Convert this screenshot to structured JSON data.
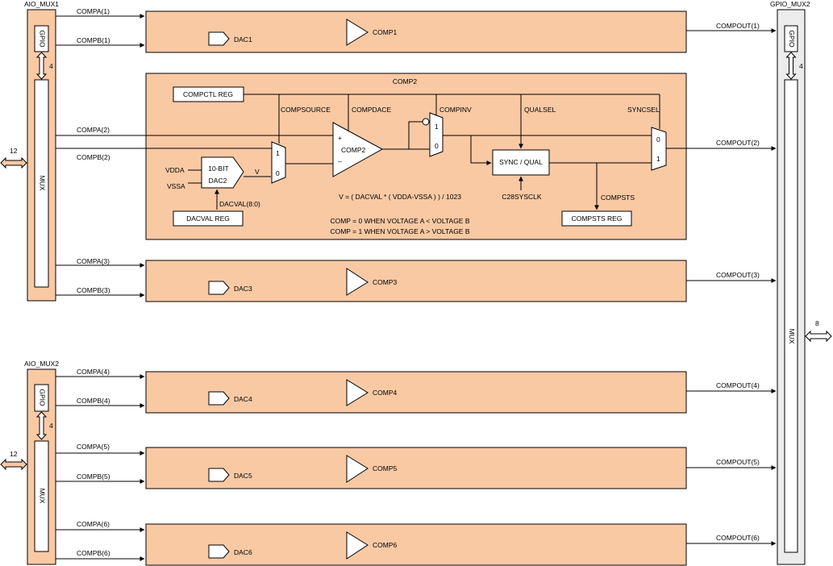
{
  "mux_blocks": {
    "aio_mux1": {
      "title": "AIO_MUX1",
      "gpio": "GPIO",
      "mux": "MUX",
      "bus_width_internal": "4",
      "bus_width_external": "12"
    },
    "aio_mux2": {
      "title": "AIO_MUX2",
      "gpio": "GPIO",
      "mux": "MUX",
      "bus_width_internal": "4",
      "bus_width_external": "12"
    },
    "gpio_mux2": {
      "title": "GPIO_MUX2",
      "gpio": "GPIO",
      "mux": "MUX",
      "bus_width_internal": "4",
      "bus_width_external": "8"
    }
  },
  "comparators": [
    {
      "name": "COMP1",
      "dac": "DAC1",
      "in_a": "COMPA(1)",
      "in_b": "COMPB(1)",
      "out": "COMPOUT(1)"
    },
    {
      "name": "COMP2",
      "dac": "",
      "in_a": "COMPA(2)",
      "in_b": "COMPB(2)",
      "out": "COMPOUT(2)"
    },
    {
      "name": "COMP3",
      "dac": "DAC3",
      "in_a": "COMPA(3)",
      "in_b": "COMPB(3)",
      "out": "COMPOUT(3)"
    },
    {
      "name": "COMP4",
      "dac": "DAC4",
      "in_a": "COMPA(4)",
      "in_b": "COMPB(4)",
      "out": "COMPOUT(4)"
    },
    {
      "name": "COMP5",
      "dac": "DAC5",
      "in_a": "COMPA(5)",
      "in_b": "COMPB(5)",
      "out": "COMPOUT(5)"
    },
    {
      "name": "COMP6",
      "dac": "DAC6",
      "in_a": "COMPA(6)",
      "in_b": "COMPB(6)",
      "out": "COMPOUT(6)"
    }
  ],
  "comp2_detail": {
    "title": "COMP2",
    "compctl_reg": "COMPCTL REG",
    "compsource": "COMPSOURCE",
    "compdace": "COMPDACE",
    "compinv": "COMPINV",
    "qualsel": "QUALSEL",
    "syncsel": "SYNCSEL",
    "comparator_label": "COMP2",
    "plus": "+",
    "minus": "–",
    "mux_labels": {
      "one": "1",
      "zero": "0"
    },
    "vdda": "VDDA",
    "vssa": "VSSA",
    "dac_line1": "10-BIT",
    "dac_line2": "DAC2",
    "v_label": "V",
    "dacval_bus": "DACVAL(8:0)",
    "dacval_reg": "DACVAL  REG",
    "sync_qual": "SYNC / QUAL",
    "sysclk": "C28SYSCLK",
    "compsts": "COMPSTS",
    "compsts_reg": "COMPSTS  REG",
    "formula": "V = ( DACVAL * ( VDDA-VSSA ) ) / 1023",
    "note1": "COMP = 0 WHEN VOLTAGE A < VOLTAGE B",
    "note2": "COMP = 1 WHEN VOLTAGE A > VOLTAGE B"
  },
  "colors": {
    "block_fill": "#f9c9a4",
    "gpio_mux2_fill": "#ececec"
  }
}
